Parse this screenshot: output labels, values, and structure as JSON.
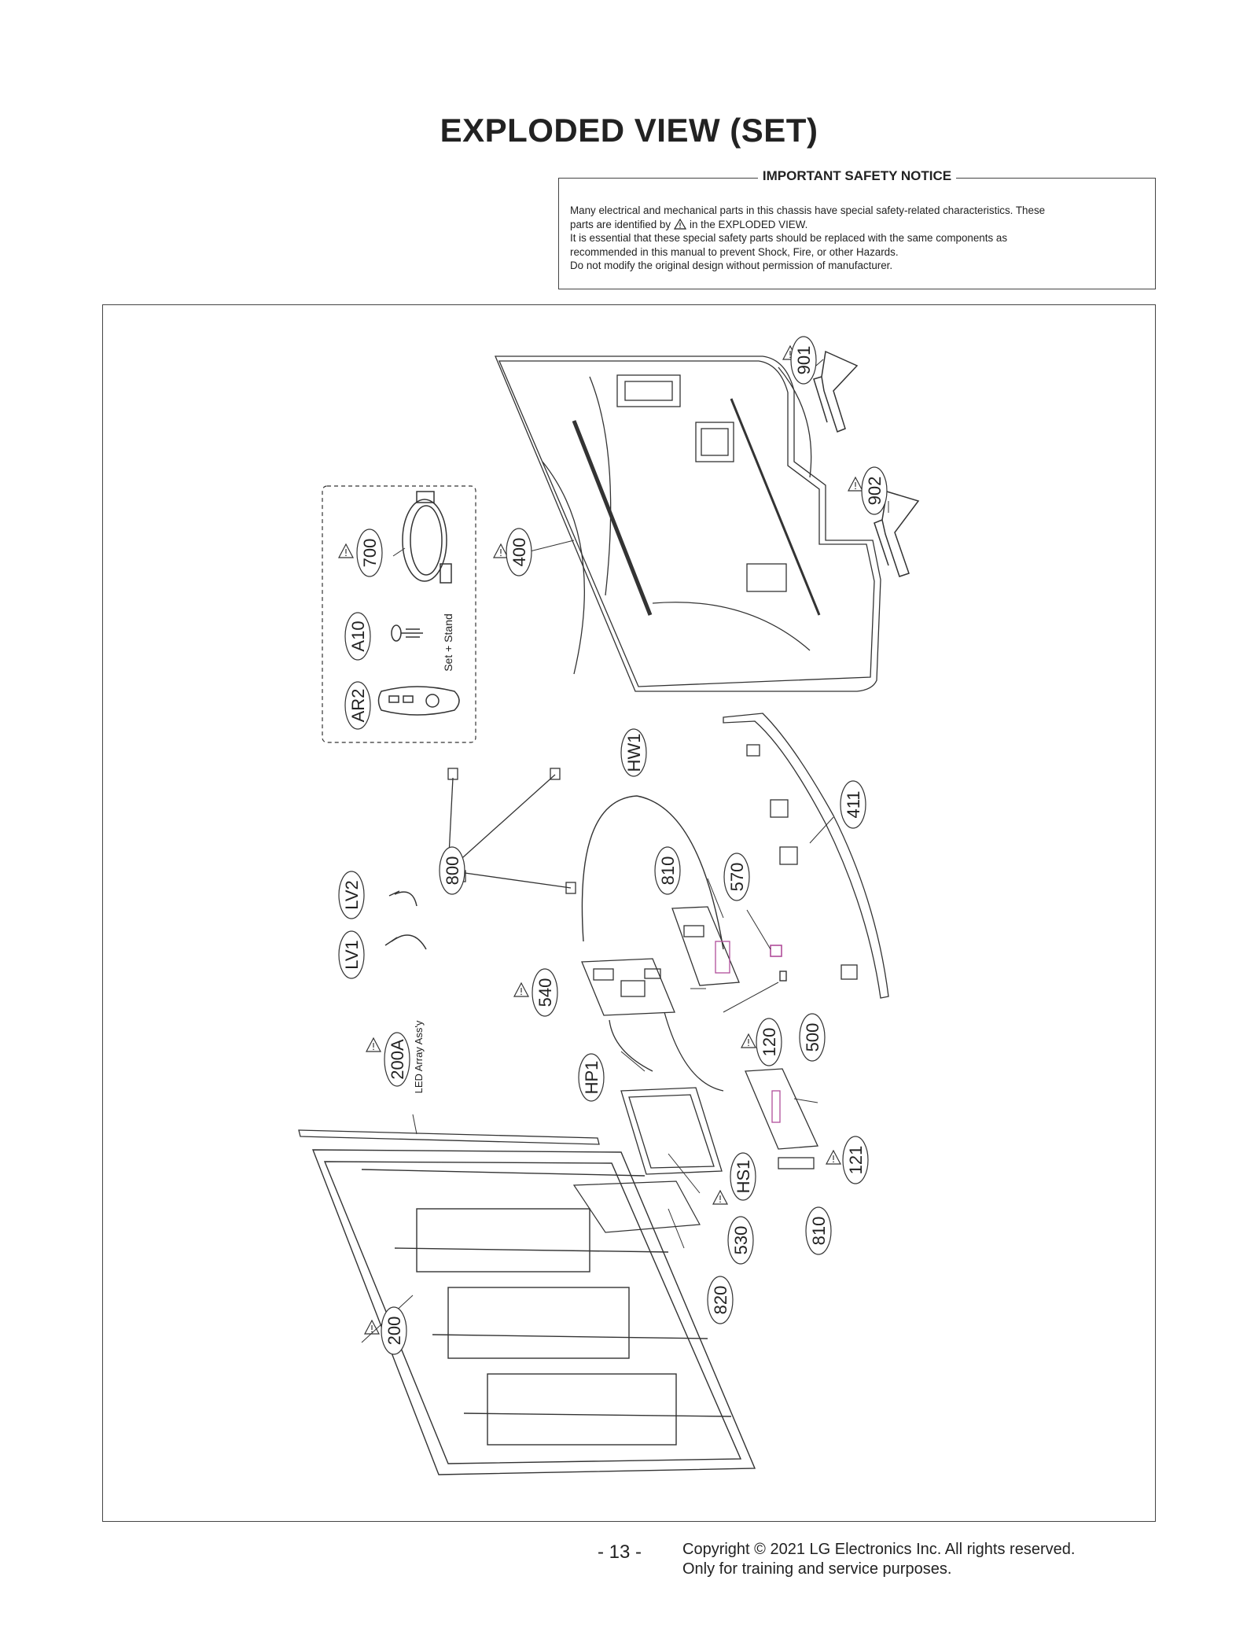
{
  "page_title": "EXPLODED VIEW (SET)",
  "notice": {
    "title": "IMPORTANT SAFETY NOTICE",
    "line1": "Many electrical and mechanical parts in this chassis have special safety-related characteristics. These",
    "line2_pre": "parts are identified by",
    "line2_post": "in the EXPLODED VIEW.",
    "line3": "It is essential that these special safety parts should be replaced with the same components as",
    "line4": "recommended in this manual to prevent Shock, Fire, or other Hazards.",
    "line5": "Do not modify the original design without permission of manufacturer."
  },
  "parts": {
    "p901": "901",
    "p902": "902",
    "p700": "700",
    "p400": "400",
    "pA10": "A10",
    "pAR2": "AR2",
    "set_stand": "Set + Stand",
    "pHW1": "HW1",
    "p411": "411",
    "p800": "800",
    "p810a": "810",
    "p570": "570",
    "pLV2": "LV2",
    "pLV1": "LV1",
    "p540": "540",
    "p120": "120",
    "p500": "500",
    "p200A": "200A",
    "led_array": "LED Array Ass'y",
    "pHP1": "HP1",
    "pHS1": "HS1",
    "p121": "121",
    "p530": "530",
    "p810b": "810",
    "p820": "820",
    "p200": "200"
  },
  "footer": {
    "page_number": "- 13 -",
    "copyright": "Copyright © 2021 LG Electronics Inc. All rights reserved.",
    "usage": "Only for training and service purposes."
  }
}
